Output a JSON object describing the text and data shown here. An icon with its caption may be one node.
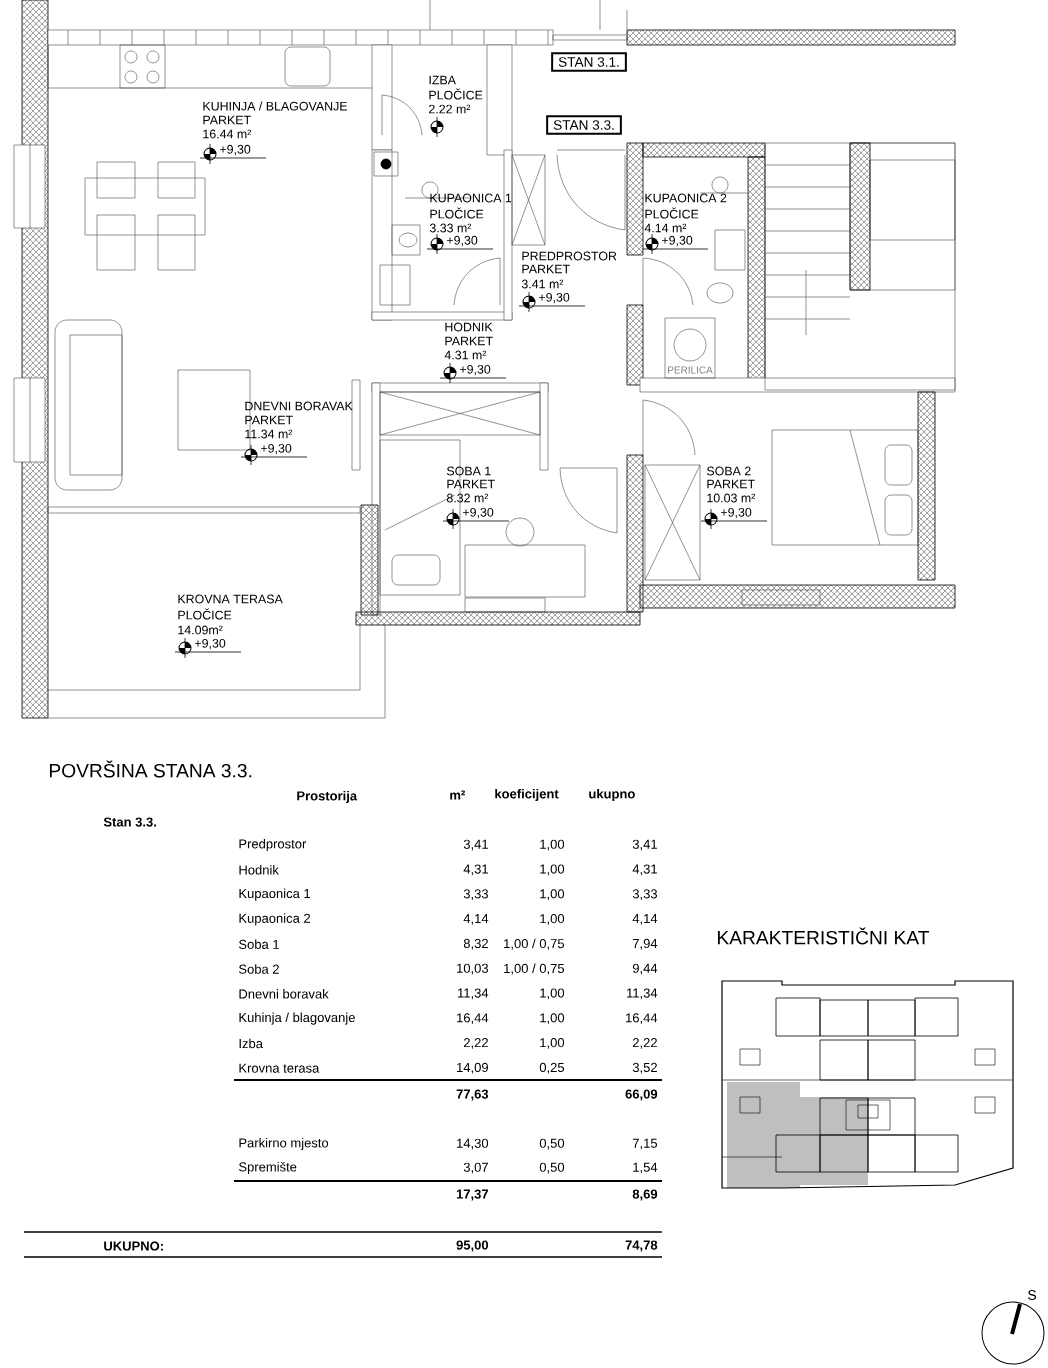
{
  "diagram": {
    "nodes": [
      {
        "text": [
          "STAN 3.1."
        ]
      },
      {
        "text": [
          "STAN 3.3."
        ]
      }
    ],
    "labels": [
      "IZBA",
      "PLOČICE",
      "KUHINJA / BLAGOVANJE",
      "2.22 m²",
      "PARKET",
      "16.44 m²",
      "+9,30",
      "KUPAONICA 1",
      "KUPAONICA 2",
      "PLOČICE",
      "PLOČICE",
      "3.33 m²",
      "4.14 m²",
      "+9,30",
      "+9,30",
      "PREDPROSTOR",
      "PARKET",
      "3.41 m²",
      "+9,30",
      "HODNIK",
      "PARKET",
      "4.31 m²",
      "+9,30",
      "PERILICA",
      "DNEVNI BORAVAK",
      "PARKET",
      "11.34 m²",
      "+9,30",
      "SOBA 1",
      "SOBA 2",
      "PARKET",
      "PARKET",
      "8.32 m²",
      "10.03 m²",
      "+9,30",
      "+9,30",
      "KROVNA TERASA",
      "PLOČICE",
      "14.09m²",
      "+9,30",
      "POVRŠINA STANA 3.3.",
      "Prostorija",
      "m²",
      "koeficijent",
      "ukupno",
      "Stan 3.3.",
      "Predprostor",
      "3,41",
      "1,00",
      "3,41",
      "Hodnik",
      "4,31",
      "1,00",
      "4,31",
      "Kupaonica 1",
      "3,33",
      "1,00",
      "3,33",
      "Kupaonica 2",
      "4,14",
      "1,00",
      "4,14",
      "Soba 1",
      "8,32",
      "1,00 / 0,75",
      "7,94",
      "Soba 2",
      "10,03",
      "1,00 / 0,75",
      "9,44",
      "Dnevni boravak",
      "11,34",
      "1,00",
      "11,34",
      "Kuhinja / blagovanje",
      "16,44",
      "1,00",
      "16,44",
      "Izba",
      "2,22",
      "1,00",
      "2,22",
      "Krovna terasa",
      "14,09",
      "0,25",
      "3,52",
      "77,63",
      "66,09",
      "Parkirno mjesto",
      "14,30",
      "0,50",
      "7,15",
      "Spremište",
      "3,07",
      "0,50",
      "1,54",
      "17,37",
      "8,69",
      "UKUPNO:",
      "95,00",
      "74,78",
      "KARAKTERISTIČNI KAT",
      "S"
    ]
  }
}
